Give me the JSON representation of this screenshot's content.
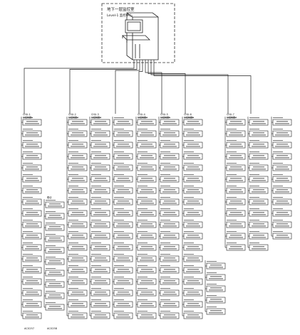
{
  "station": {
    "title": "地下一层监控室",
    "subtitle": "Level-1 监控中心"
  },
  "groups": [
    {
      "id": "A",
      "name": "CHU-1",
      "sub": "分控制器1",
      "lower": "联动"
    },
    {
      "id": "B",
      "name": "CHU-2",
      "sub": "分控制器2",
      "lower": ""
    },
    {
      "id": "C",
      "name": "CHU-3",
      "sub": "分控制器3",
      "lower": ""
    },
    {
      "id": "D",
      "name": "CHU-4",
      "sub": "分控制器4",
      "lower": ""
    },
    {
      "id": "E",
      "name": "CHU-5",
      "sub": "分控制器5",
      "lower": ""
    },
    {
      "id": "F",
      "name": "CHU-6",
      "sub": "分控制器6",
      "lower": ""
    },
    {
      "id": "G",
      "name": "CHU-7",
      "sub": "分控制器7",
      "lower": ""
    }
  ],
  "footer": {
    "bottom_label_a": "AC0257",
    "bottom_label_b": "AC0258"
  },
  "colors": {
    "line": "#222222",
    "box_fill": "#ffffff"
  }
}
